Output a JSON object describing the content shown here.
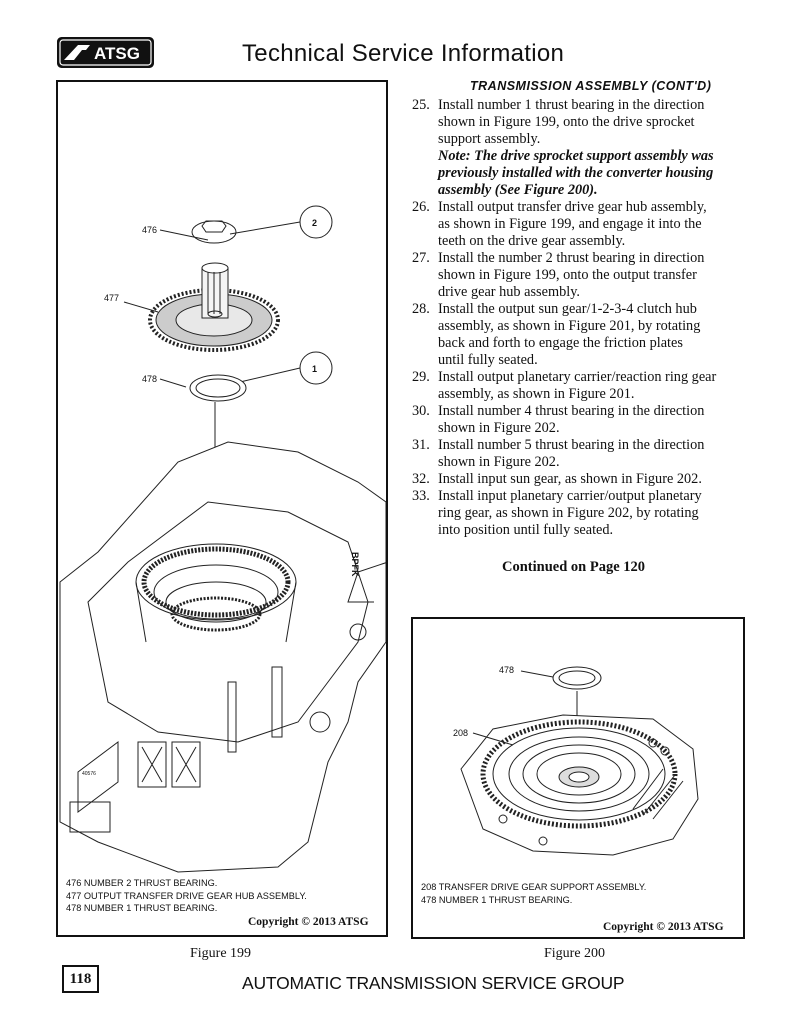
{
  "header": {
    "logo_text": "ATSG",
    "title": "Technical Service Information"
  },
  "section_heading": "TRANSMISSION ASSEMBLY (CONT'D)",
  "steps": [
    {
      "num": "25.",
      "lines": [
        "Install number 1 thrust bearing in the direction",
        "shown in Figure 199, onto the drive sprocket",
        "support assembly."
      ]
    },
    {
      "note": [
        "Note: The drive sprocket support assembly was",
        "previously installed with the converter housing",
        "assembly  (See Figure 200)."
      ]
    },
    {
      "num": "26.",
      "lines": [
        "Install output transfer drive gear hub assembly,",
        "as shown in Figure 199, and engage it into the",
        "teeth on the drive gear assembly."
      ]
    },
    {
      "num": "27.",
      "lines": [
        "Install the number 2 thrust bearing in direction",
        "shown in Figure 199, onto the output transfer",
        "drive gear hub assembly."
      ]
    },
    {
      "num": "28.",
      "lines": [
        "Install the output sun gear/1-2-3-4 clutch hub",
        "assembly, as shown in Figure 201, by rotating",
        "back and forth to engage the friction plates",
        "until fully seated."
      ]
    },
    {
      "num": "29.",
      "lines": [
        "Install output planetary carrier/reaction ring gear",
        "assembly, as shown in Figure 201."
      ]
    },
    {
      "num": "30.",
      "lines": [
        "Install number 4 thrust bearing in the direction",
        "shown in Figure 202."
      ]
    },
    {
      "num": "31.",
      "lines": [
        "Install number 5 thrust bearing in the direction",
        "shown in Figure 202."
      ]
    },
    {
      "num": "32.",
      "lines": [
        "Install input sun gear, as shown in Figure 202."
      ]
    },
    {
      "num": "33.",
      "lines": [
        "Install input planetary carrier/output planetary",
        "ring gear, as shown in Figure 202, by rotating",
        "into position until fully seated."
      ]
    }
  ],
  "continued": "Continued on Page 120",
  "figure199": {
    "callouts": [
      "476",
      "477",
      "478"
    ],
    "bearing_labels": [
      "2",
      "1"
    ],
    "part_stamp": "40576",
    "case_stamp": "BPFK",
    "legend": [
      "476  NUMBER 2 THRUST BEARING.",
      "477  OUTPUT TRANSFER DRIVE GEAR HUB ASSEMBLY.",
      "478  NUMBER 1 THRUST BEARING."
    ],
    "copyright": "Copyright © 2013 ATSG",
    "caption": "Figure 199"
  },
  "figure200": {
    "callouts": [
      "478",
      "208"
    ],
    "legend": [
      "208  TRANSFER DRIVE GEAR SUPPORT ASSEMBLY.",
      "478  NUMBER 1 THRUST BEARING."
    ],
    "copyright": "Copyright © 2013 ATSG",
    "caption": "Figure 200"
  },
  "page_number": "118",
  "footer": "AUTOMATIC TRANSMISSION SERVICE GROUP"
}
